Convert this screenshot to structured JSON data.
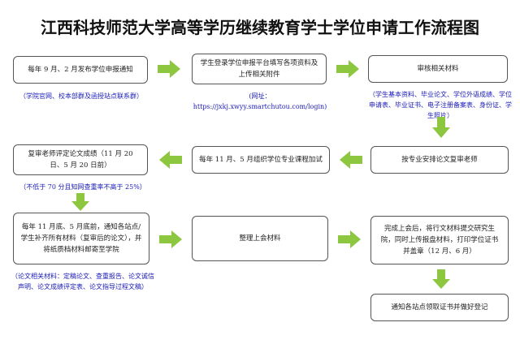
{
  "title": "江西科技师范大学高等学历继续教育学士学位申请工作流程图",
  "boxes": {
    "b1": "每年 9 月、2 月发布学位申报通知",
    "b2": "学生登录学位申报平台填写各项资料及上传相关附件",
    "b3": "审核相关材料",
    "b4": "按专业安排论文复审老师",
    "b5": "每年 11 月、5 月组织学位专业课程加试",
    "b6": "复审老师评定论文成绩（11 月 20 日、5 月 20 日前）",
    "b7": "每年 11 月底、5 月底前，通知各站点/学生补齐所有材料（复审后的论文），并将纸质档材料邮寄至学院",
    "b8": "整理上会材料",
    "b9": "完成上会后，将行文材料提交研究生院，同时上传报盘材料，打印学位证书并盖章（12 月、6 月）",
    "b10": "通知各站点领取证书并做好登记"
  },
  "notes": {
    "n1": "（学院官网、校本部群及函授站点联系群）",
    "n2": "(网址：https://jxkj.xwyy.smartchutou.com/login)",
    "n3": "（学生基本资料、毕业论文、学位外语成绩、学位申请表、毕业证书、电子注册备案表、身份证、学生照片）",
    "n4": "（不低于 70 分且知网查重率不高于 25%）",
    "n5": "（论文相关材料：定稿论文、查重报告、论文诚信声明、论文成绩评定表、论文指导过程文稿）"
  },
  "colors": {
    "arrow": "#8dc63f",
    "note_text": "#1a1ab8",
    "box_border": "#555555"
  }
}
